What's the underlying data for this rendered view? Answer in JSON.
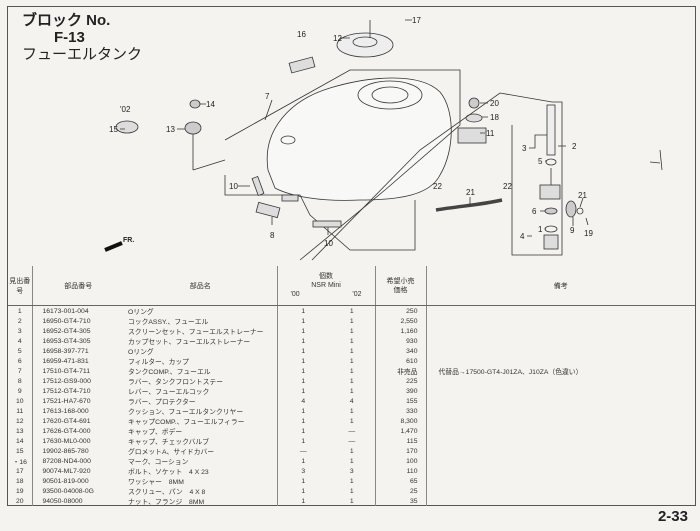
{
  "header": {
    "block_label": "ブロック No.",
    "block_code": "F-13",
    "block_name": "フューエルタンク"
  },
  "diagram": {
    "labels": [
      "17",
      "12",
      "16",
      "7",
      "'02",
      "14",
      "15",
      "13",
      "20",
      "18",
      "11",
      "3",
      "2",
      "5",
      "10",
      "22",
      "21",
      "22",
      "21",
      "6",
      "9",
      "19",
      "1",
      "4",
      "8",
      "10"
    ],
    "front_marker": "FR."
  },
  "table": {
    "headers": {
      "ref_no": "見出番号",
      "part_no": "部品番号",
      "part_name": "部品名",
      "qty": "個数",
      "model": "NSR Mini",
      "year1": "'00",
      "year2": "'02",
      "price": "希望小売価格",
      "remarks": "備考"
    },
    "rows": [
      {
        "no": "1",
        "part": "16173-001-004",
        "name": "Oリング",
        "q00": "1",
        "q02": "1",
        "price": "250",
        "remarks": ""
      },
      {
        "no": "2",
        "part": "16950-GT4-710",
        "name": "コックASSY.、フューエル",
        "q00": "1",
        "q02": "1",
        "price": "2,550",
        "remarks": ""
      },
      {
        "no": "3",
        "part": "16952-GT4-305",
        "name": "スクリーンセット、フューエルストレーナー",
        "q00": "1",
        "q02": "1",
        "price": "1,160",
        "remarks": ""
      },
      {
        "no": "4",
        "part": "16953-GT4-305",
        "name": "カップセット、フューエルストレーナー",
        "q00": "1",
        "q02": "1",
        "price": "930",
        "remarks": ""
      },
      {
        "no": "5",
        "part": "16958-397-771",
        "name": "Oリング",
        "q00": "1",
        "q02": "1",
        "price": "340",
        "remarks": ""
      },
      {
        "no": "6",
        "part": "16959-471-831",
        "name": "フィルター、カップ",
        "q00": "1",
        "q02": "1",
        "price": "610",
        "remarks": ""
      },
      {
        "no": "7",
        "part": "17510-GT4-711",
        "name": "タンクCOMP.、フューエル",
        "q00": "1",
        "q02": "1",
        "price": "非売品",
        "remarks": "代替品→17500-GT4-J01ZA、J10ZA（色違い）"
      },
      {
        "no": "8",
        "part": "17512-GS9-000",
        "name": "ラバー、タンクフロントステー",
        "q00": "1",
        "q02": "1",
        "price": "225",
        "remarks": ""
      },
      {
        "no": "9",
        "part": "17512-GT4-710",
        "name": "レバー、フューエルコック",
        "q00": "1",
        "q02": "1",
        "price": "390",
        "remarks": ""
      },
      {
        "no": "10",
        "part": "17521-HA7-670",
        "name": "ラバー、プロテクター",
        "q00": "4",
        "q02": "4",
        "price": "155",
        "remarks": ""
      },
      {
        "no": "11",
        "part": "17613-168-000",
        "name": "クッション、フューエルタンクリヤー",
        "q00": "1",
        "q02": "1",
        "price": "330",
        "remarks": ""
      },
      {
        "no": "12",
        "part": "17620-GT4-691",
        "name": "キャップCOMP.、フューエルフィラー",
        "q00": "1",
        "q02": "1",
        "price": "8,300",
        "remarks": ""
      },
      {
        "no": "13",
        "part": "17626-GT4-000",
        "name": "キャップ、ボデー",
        "q00": "1",
        "q02": "—",
        "price": "1,470",
        "remarks": ""
      },
      {
        "no": "14",
        "part": "17630-ML0-000",
        "name": "キャップ、チェックバルブ",
        "q00": "1",
        "q02": "—",
        "price": "115",
        "remarks": ""
      },
      {
        "no": "15",
        "part": "19902-865-780",
        "name": "グロメットA、サイドカバー",
        "q00": "—",
        "q02": "1",
        "price": "170",
        "remarks": ""
      },
      {
        "no": "・16",
        "part": "87208-ND4-000",
        "name": "マーク、コーション",
        "q00": "1",
        "q02": "1",
        "price": "100",
        "remarks": ""
      },
      {
        "no": "17",
        "part": "90074-ML7-920",
        "name": "ボルト、ソケット　4 X 23",
        "q00": "3",
        "q02": "3",
        "price": "110",
        "remarks": ""
      },
      {
        "no": "18",
        "part": "90501-819-000",
        "name": "ワッシャー　8MM",
        "q00": "1",
        "q02": "1",
        "price": "65",
        "remarks": ""
      },
      {
        "no": "19",
        "part": "93500-04008-0G",
        "name": "スクリュー、パン　4 X 8",
        "q00": "1",
        "q02": "1",
        "price": "25",
        "remarks": ""
      },
      {
        "no": "20",
        "part": "94050-08000",
        "name": "ナット、フランジ　8MM",
        "q00": "1",
        "q02": "1",
        "price": "35",
        "remarks": ""
      }
    ]
  },
  "page_number": "2-33"
}
